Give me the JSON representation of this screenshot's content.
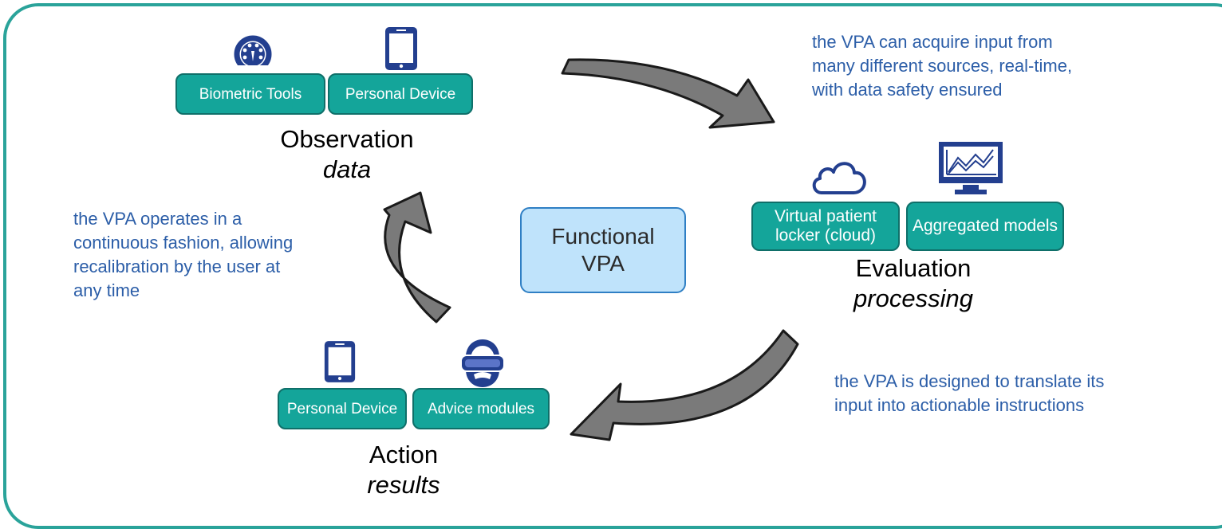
{
  "center": {
    "label": "Functional VPA"
  },
  "stages": {
    "observation": {
      "title": "Observation",
      "subtitle": "data"
    },
    "evaluation": {
      "title": "Evaluation",
      "subtitle": "processing"
    },
    "action": {
      "title": "Action",
      "subtitle": "results"
    }
  },
  "tiles": {
    "biometric_tools": "Biometric Tools",
    "personal_device_top": "Personal Device",
    "virtual_patient_locker": "Virtual patient locker (cloud)",
    "aggregated_models": "Aggregated models",
    "personal_device_bottom": "Personal Device",
    "advice_modules": "Advice modules"
  },
  "notes": {
    "top_right": "the VPA can acquire input from many different sources, real-time, with data safety ensured",
    "left": "the VPA operates in a continuous fashion, allowing recalibration by the user at any time",
    "bottom_right": "the VPA is designed to translate its input into actionable instructions"
  },
  "colors": {
    "frame": "#2aa39a",
    "tile_fill": "#14a59a",
    "icon": "#233f8f",
    "note_text": "#2c5ea8",
    "center_fill": "#bfe3fb",
    "arrow_fill": "#7a7a7a"
  },
  "icons": [
    "speedometer-icon",
    "tablet-icon",
    "cloud-icon",
    "line-chart-monitor-icon",
    "vr-headset-icon"
  ]
}
